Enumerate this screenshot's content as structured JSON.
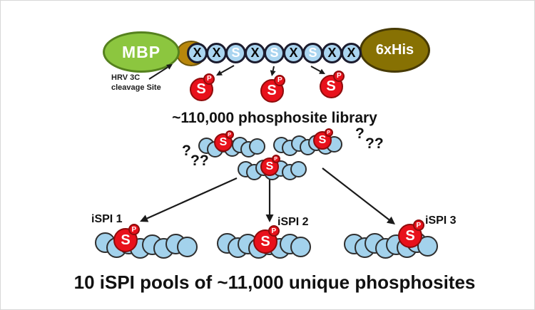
{
  "colors": {
    "mbp_green": "#8cc63f",
    "cleavage_gold": "#b8860b",
    "his_olive": "#877103",
    "residue_blue": "#aad5f0",
    "bead_blue": "#a3d2ec",
    "phospho_red": "#e8111b",
    "text_black": "#111111"
  },
  "construct": {
    "mbp_label": "MBP",
    "his_label": "6xHis",
    "cleavage_label_line1": "HRV 3C",
    "cleavage_label_line2": "cleavage Site",
    "chain_sequence": [
      "X",
      "X",
      "S",
      "X",
      "S",
      "X",
      "S",
      "X",
      "X"
    ],
    "phospho_letter": "S",
    "phosphate_letter": "P"
  },
  "library": {
    "title": "~110,000 phosphosite library",
    "question_marks_left": [
      "?",
      "??"
    ],
    "question_marks_right": [
      "?",
      "??"
    ]
  },
  "pools": {
    "labels": [
      "iSPI 1",
      "iSPI 2",
      "iSPI 3"
    ],
    "caption": "10 iSPI pools of ~11,000 unique phosphosites"
  }
}
